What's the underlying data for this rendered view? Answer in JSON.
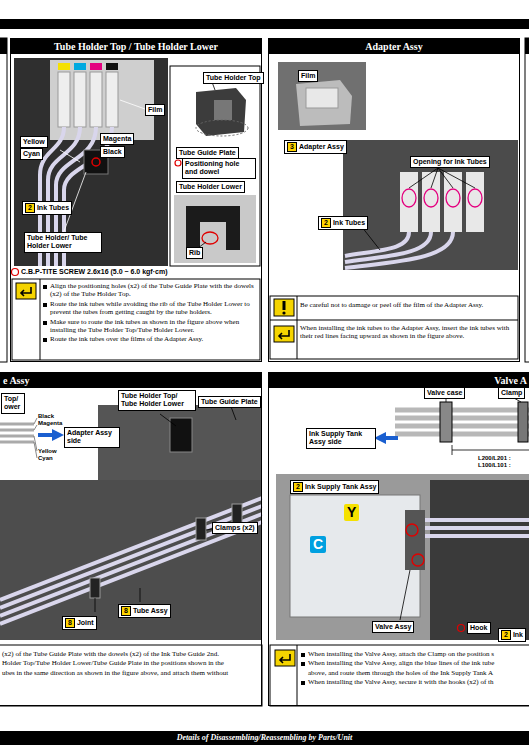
{
  "diagram": {
    "nodes": [
      {
        "text": [
          "Tube Holder Top / Tube Holder Lower"
        ]
      },
      {
        "text": [
          "Tube Holder Top"
        ],
        "in": 0
      },
      {
        "text": [
          "Film"
        ],
        "in": 0
      },
      {
        "text": [
          "Magenta"
        ],
        "in": 0
      },
      {
        "text": [
          "Black"
        ],
        "in": 0
      },
      {
        "text": [
          "Yellow"
        ],
        "in": 0
      },
      {
        "text": [
          "Cyan"
        ],
        "in": 0
      },
      {
        "text": [
          "Tube Guide Plate"
        ],
        "in": 0
      },
      {
        "text": [
          "Positioning hole and dowel"
        ],
        "in": 0
      },
      {
        "text": [
          "Tube Holder Lower"
        ],
        "in": 0
      },
      {
        "text": [
          "2",
          "Ink Tubes"
        ],
        "in": 0
      },
      {
        "text": [
          "Tube Holder/ Tube Holder Lower"
        ],
        "in": 0
      },
      {
        "text": [
          "Rib"
        ],
        "in": 0
      },
      {
        "text": [
          "Align the positioning holes (x2) of the Tube Guide Plate with the dowels (x2) of the Tube Holder Top.",
          "Route the ink tubes while avoiding the rib of the Tube Holder Lower to prevent the tubes from getting caught by the tube holders.",
          "Make sure to route the ink tubes as shown in the figure above when installing the Tube Holder Top/Tube Holder Lower.",
          "Route the ink tubes over the films of the Adapter Assy."
        ],
        "in": 0
      },
      {
        "text": [
          "Adapter Assy"
        ]
      },
      {
        "text": [
          "Film"
        ],
        "in": 14
      },
      {
        "text": [
          "3",
          "Adapter Assy"
        ],
        "in": 14
      },
      {
        "text": [
          "Opening for Ink Tubes"
        ],
        "in": 14
      },
      {
        "text": [
          "2",
          "Ink Tubes"
        ],
        "in": 14
      },
      {
        "text": [
          "Be careful not to damage or peel off the film of the Adapter Assy."
        ],
        "in": 14
      },
      {
        "text": [
          "When installing the ink tubes to the Adapter Assy, insert the ink tubes with their red lines facing upward as shown in the figure above."
        ],
        "in": 14
      },
      {
        "text": [
          "e Assy"
        ]
      },
      {
        "text": [
          "Top/ ower"
        ],
        "in": 21
      },
      {
        "text": [
          "Tube Holder Top/ Tube Holder Lower"
        ],
        "in": 21
      },
      {
        "text": [
          "Tube Guide Plate"
        ],
        "in": 21
      },
      {
        "text": [
          "Adapter Assy side"
        ],
        "in": 21
      },
      {
        "text": [
          "Clamps (x2)"
        ],
        "in": 21
      },
      {
        "text": [
          "8",
          "Tube Assy"
        ],
        "in": 21
      },
      {
        "text": [
          "8",
          "Joint"
        ],
        "in": 21
      },
      {
        "text": [
          "(x2) of the Tube Guide Plate with the dowels (x2) of the Ink Tube Guide 2nd.",
          "Holder Top/Tube Holder Lower/Tube Guide Plate in the positions shown in the",
          "ubes in the same direction as shown in the figure above, and attach them without"
        ],
        "in": 21
      },
      {
        "text": [
          "Valve A"
        ]
      },
      {
        "text": [
          "Valve case"
        ],
        "in": 30
      },
      {
        "text": [
          "Clamp"
        ],
        "in": 30
      },
      {
        "text": [
          "Ink Supply Tank Assy side"
        ],
        "in": 30
      },
      {
        "text": [
          "2",
          "Ink Supply Tank Assy"
        ],
        "in": 30
      },
      {
        "text": [
          "Valve Assy"
        ],
        "in": 30
      },
      {
        "text": [
          "Hook"
        ],
        "in": 30
      },
      {
        "text": [
          "2",
          "Ink"
        ],
        "in": 30
      },
      {
        "text": [
          "When installing the Valve Assy, attach the Clamp on the position s",
          "When installing the Valve Assy, align the blue lines of the ink tube",
          "above, and route them through the holes of the Ink Supply Tank A",
          "When installing the Valve Assy, secure it with the hooks (x2) of th"
        ],
        "in": 30
      },
      {
        "text": [
          "Details of Disassembling/Reassembling by Parts/Unit"
        ]
      }
    ],
    "labels": [
      "C.B.P-TITE SCREW 2.6x16 (5.0 ~ 6.0 kgf·cm)",
      "Black",
      "Magenta",
      "Yellow",
      "Cyan",
      "L200/L201 :",
      "L100/L101 :",
      "Y",
      "C"
    ]
  }
}
